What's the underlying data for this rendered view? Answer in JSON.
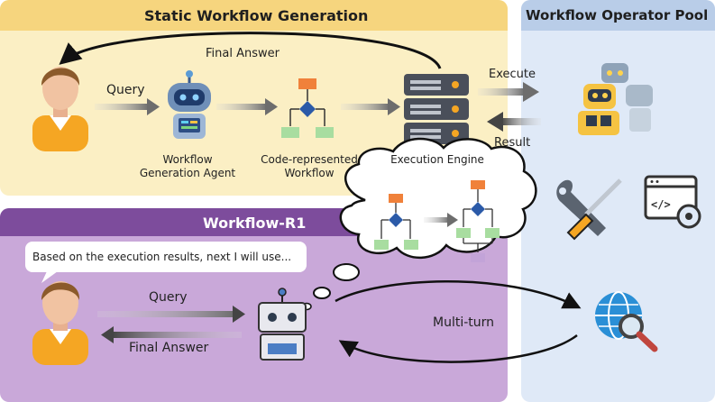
{
  "static_panel": {
    "title": "Static Workflow Generation",
    "final_answer": "Final Answer",
    "query": "Query",
    "agent_label": "Workflow Generation Agent",
    "code_label": "Code-represented Workflow",
    "engine_label": "Execution Engine",
    "execute": "Execute",
    "result": "Result"
  },
  "pool_panel": {
    "title": "Workflow Operator Pool"
  },
  "r1_panel": {
    "title": "Workflow-R1",
    "speech": "Based on the execution results, next I will use...",
    "query": "Query",
    "final_answer": "Final Answer",
    "multi_turn": "Multi-turn"
  },
  "colors": {
    "static_bg": "#fbefc4",
    "static_header": "#f6d57e",
    "pool_bg": "#dfe9f7",
    "pool_header": "#b9cde8",
    "r1_bg": "#c9a8d9",
    "r1_header": "#7d4c9c",
    "node_orange": "#f0813a",
    "node_blue": "#2b5aa8",
    "node_green": "#a8dda0",
    "node_purple": "#c2a3d8"
  }
}
